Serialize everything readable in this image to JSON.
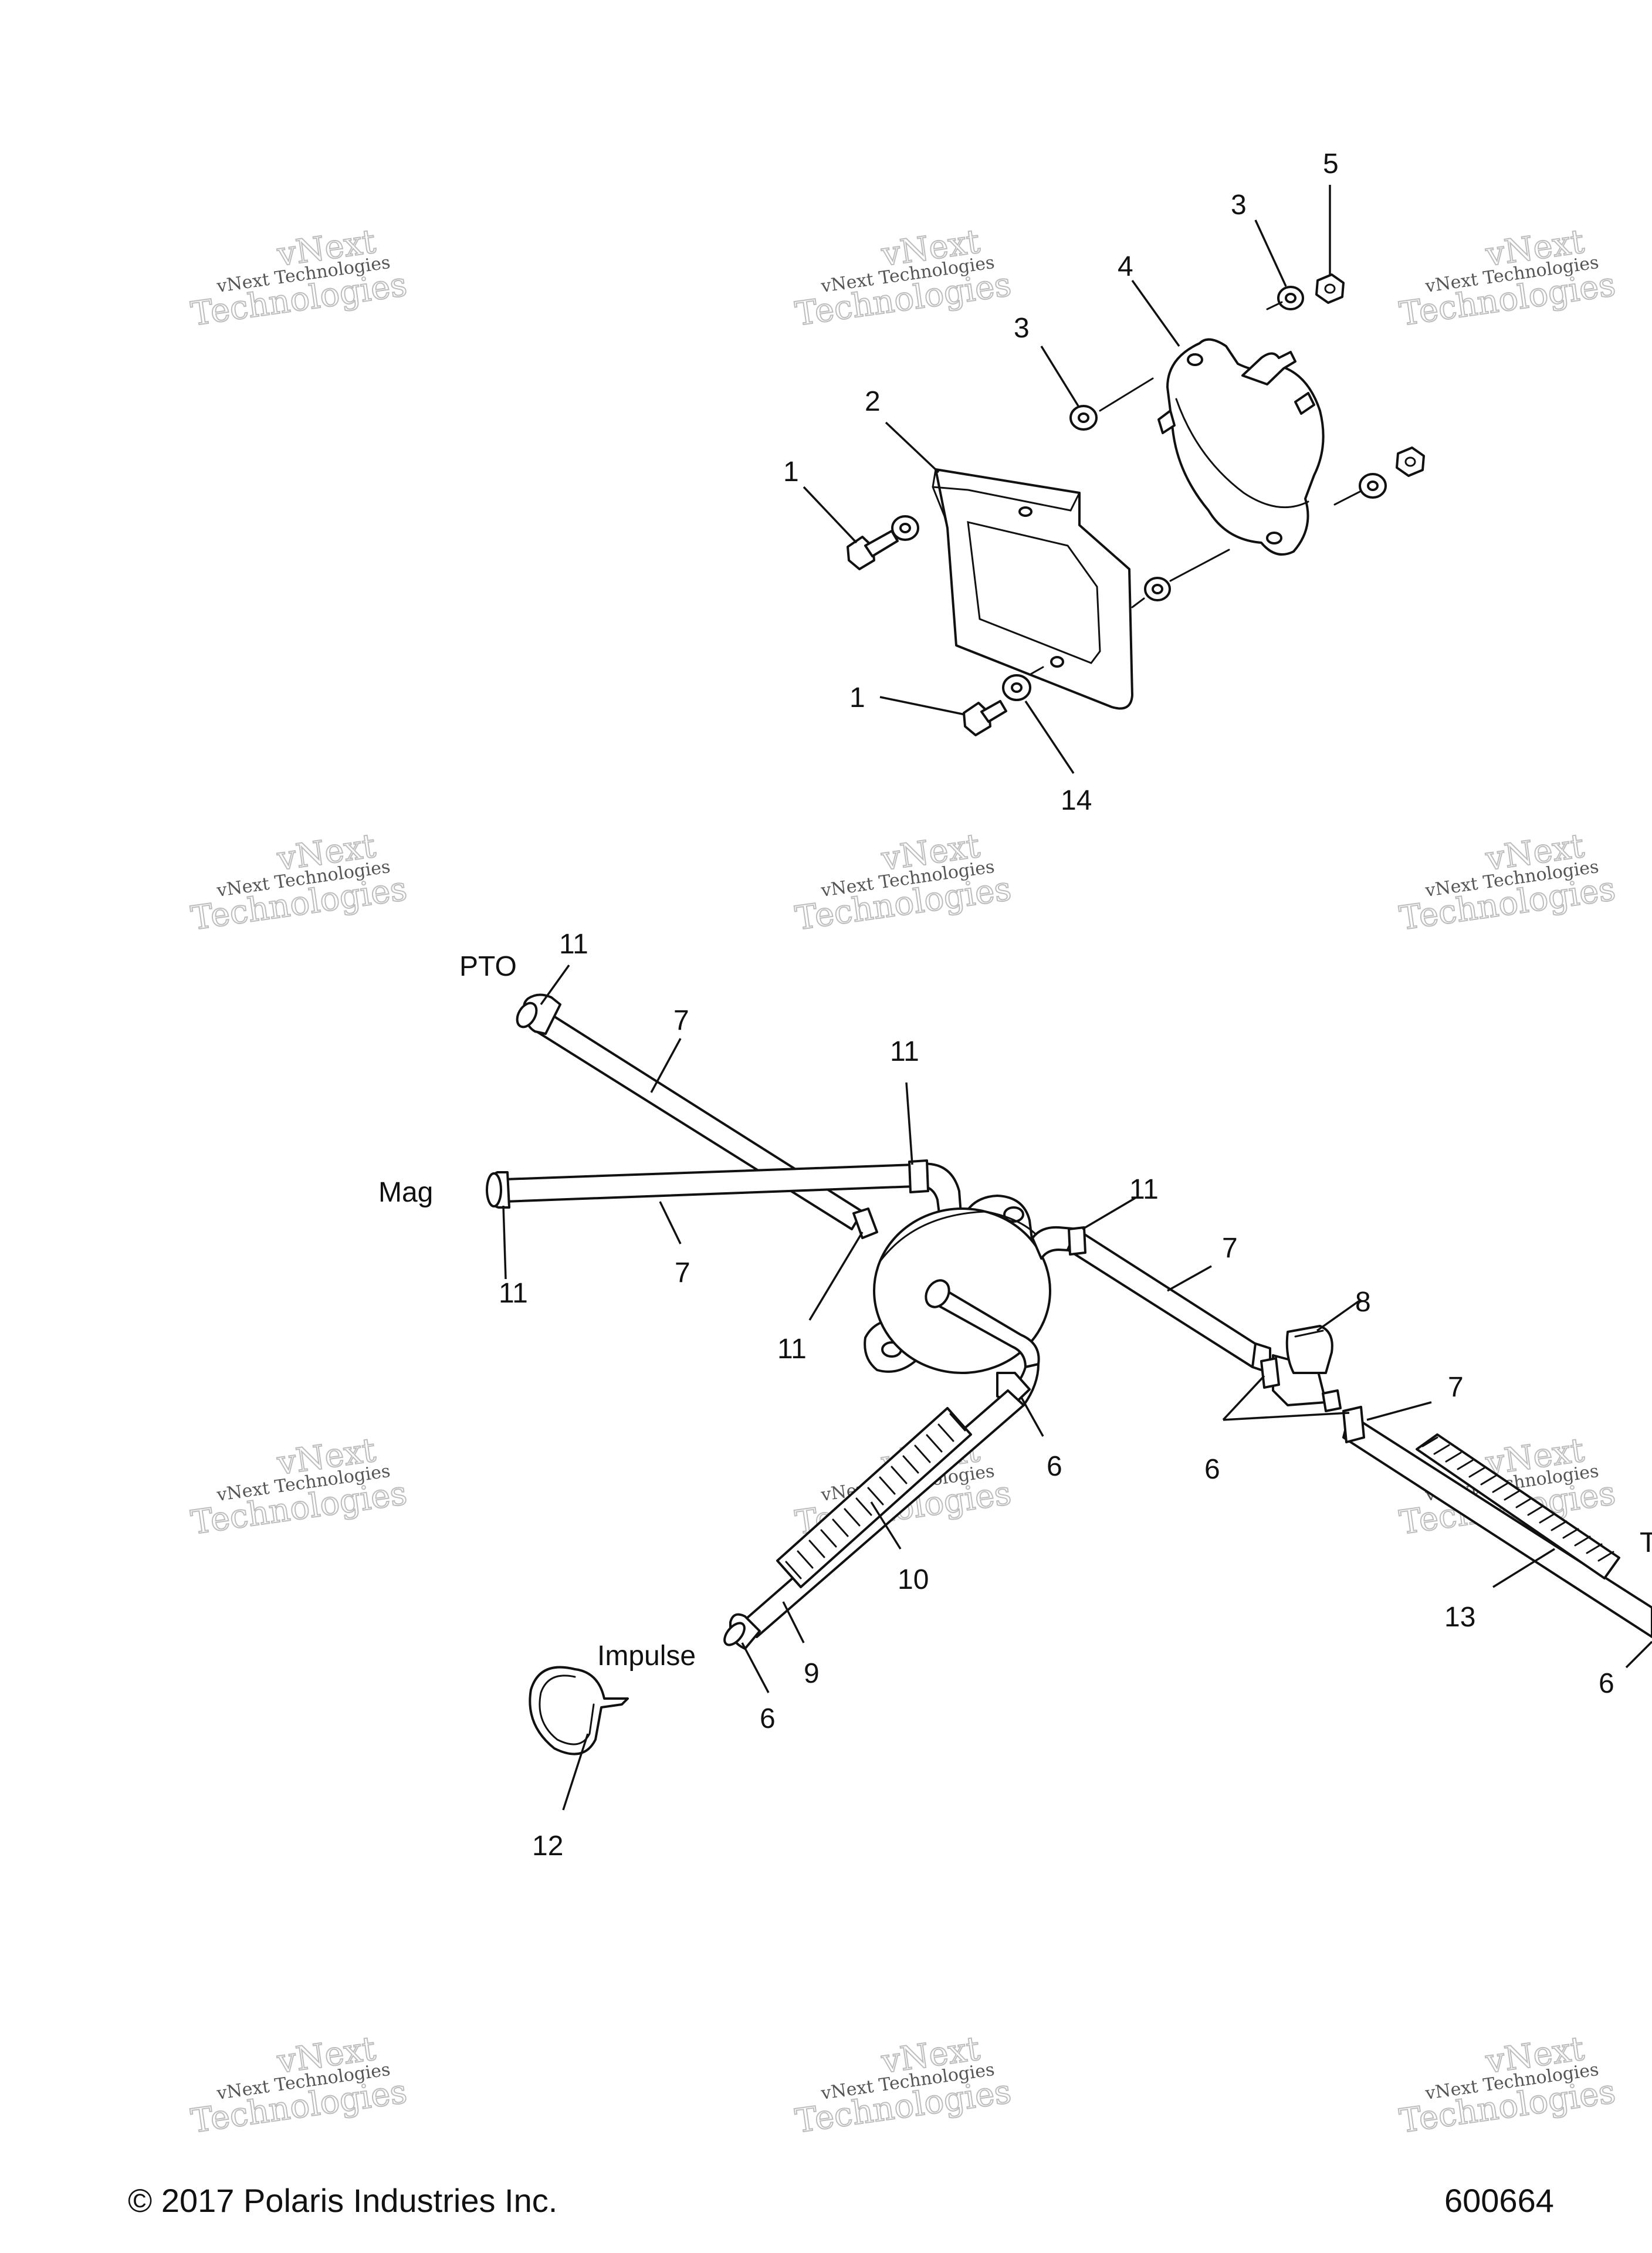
{
  "callouts": {
    "c1a": "1",
    "c1b": "1",
    "c2": "2",
    "c3a": "3",
    "c3b": "3",
    "c4": "4",
    "c5": "5",
    "c14": "14",
    "c11a": "11",
    "c11b": "11",
    "c11c": "11",
    "c11d": "11",
    "c11e": "11",
    "c7a": "7",
    "c7b": "7",
    "c7c": "7",
    "c7d": "7",
    "c8": "8",
    "c6a": "6",
    "c6b": "6",
    "c6c": "6",
    "c6d": "6",
    "c10": "10",
    "c9": "9",
    "c12": "12",
    "c13": "13"
  },
  "labels": {
    "pto": "PTO",
    "mag": "Mag",
    "impulse": "Impulse",
    "cut_t": "T"
  },
  "watermark": {
    "line1": "vNext Technologies",
    "line2": "vNext",
    "line3": "Technologies"
  },
  "footer": {
    "copyright": "© 2017 Polaris Industries Inc.",
    "diagram_number": "600664"
  }
}
